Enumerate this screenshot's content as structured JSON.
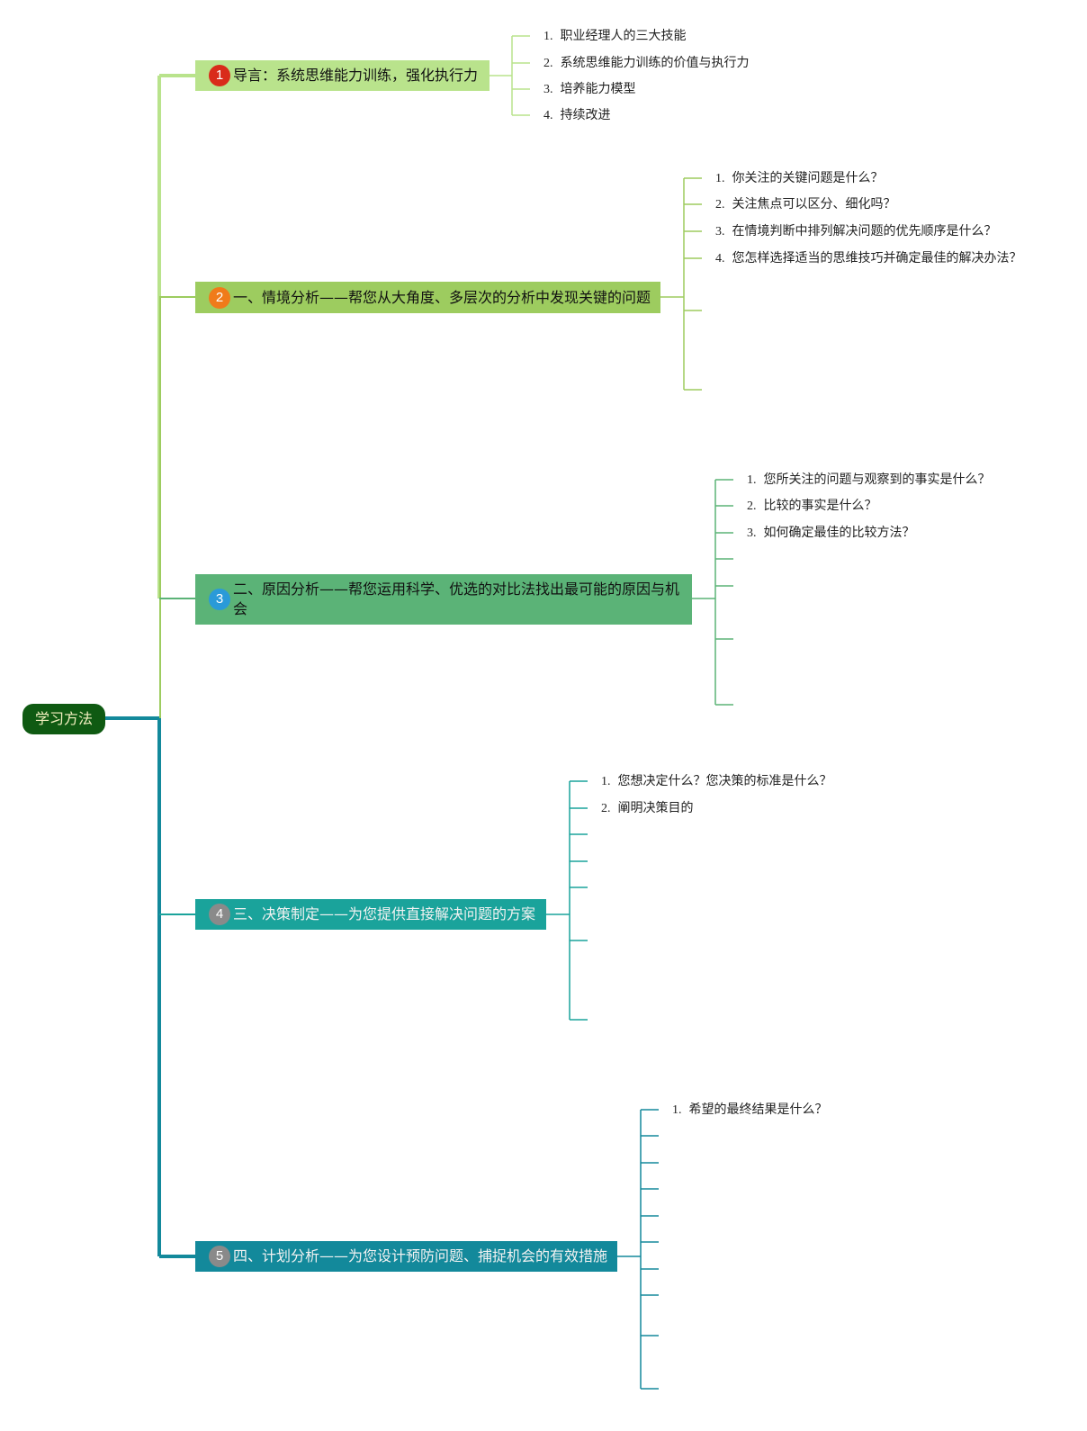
{
  "root": {
    "label": "学习方法"
  },
  "topics": [
    {
      "badge": "1",
      "label": "导言：系统思维能力训练，强化执行力",
      "items": [
        "职业经理人的三大技能",
        "系统思维能力训练的价值与执行力",
        "培养能力模型",
        "持续改进"
      ]
    },
    {
      "badge": "2",
      "label": "一、情境分析——帮您从大角度、多层次的分析中发现关键的问题",
      "items": [
        "你关注的关键问题是什么？",
        "关注焦点可以区分、细化吗？",
        "在情境判断中排列解决问题的优先顺序是什么？",
        "您怎样选择适当的思维技巧并确定最佳的解决办法？"
      ]
    },
    {
      "badge": "3",
      "label": "二、原因分析——帮您运用科学、优选的对比法找出最可能的原因与机会",
      "items": [
        "您所关注的问题与观察到的事实是什么？",
        "比较的事实是什么？",
        "如何确定最佳的比较方法？"
      ]
    },
    {
      "badge": "4",
      "label": "三、决策制定——为您提供直接解决问题的方案",
      "items": [
        "您想决定什么？您决策的标准是什么？",
        "阐明决策目的"
      ]
    },
    {
      "badge": "5",
      "label": "四、计划分析——为您设计预防问题、捕捉机会的有效措施",
      "items": [
        "希望的最终结果是什么？"
      ]
    }
  ],
  "colors": {
    "root_bg": "#0f5a12",
    "topic1": "#b9e38c",
    "topic2": "#9dcc5f",
    "topic3": "#5bb377",
    "topic4": "#1aa39b",
    "topic5": "#13899b",
    "badge1": "#d92b1a",
    "badge2": "#f07b1a",
    "badge3": "#2a9ad8",
    "badge4": "#8a8a8a",
    "badge5": "#8a8a8a"
  }
}
